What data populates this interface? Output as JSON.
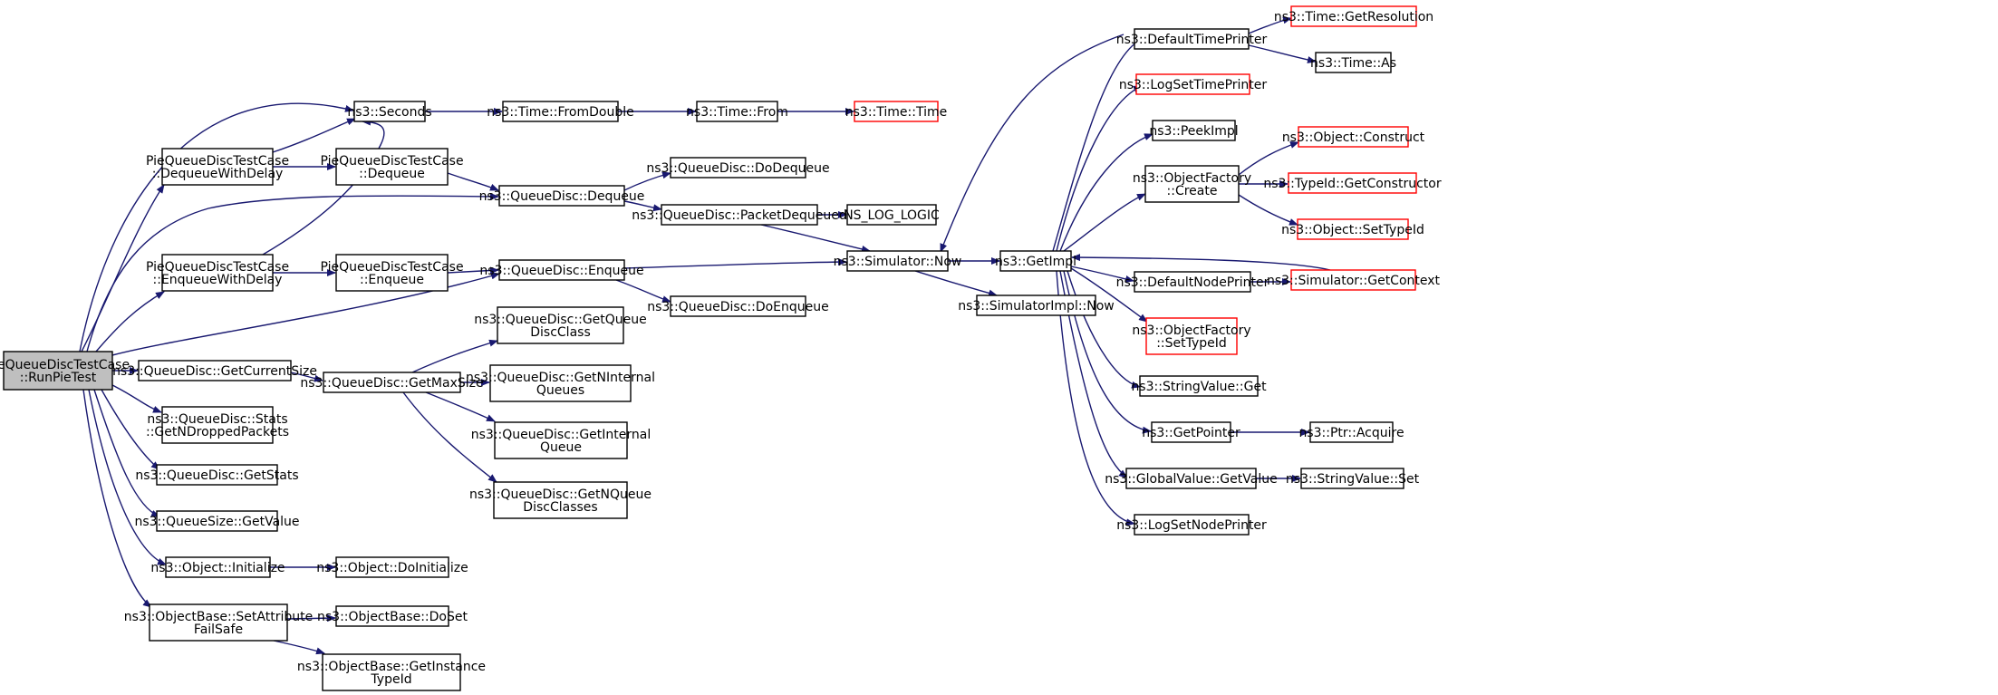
{
  "diagram": {
    "kind": "call-graph",
    "colors": {
      "edge": "#191970",
      "root_fill": "#bfbfbf",
      "node_border": "#000000",
      "external_border": "#ff0000"
    },
    "nodes": [
      {
        "id": "root",
        "lines": [
          "PieQueueDiscTestCase",
          "::RunPieTest"
        ],
        "style": "root"
      },
      {
        "id": "seconds",
        "lines": [
          "ns3::Seconds"
        ]
      },
      {
        "id": "fromdouble",
        "lines": [
          "ns3::Time::FromDouble"
        ]
      },
      {
        "id": "from",
        "lines": [
          "ns3::Time::From"
        ]
      },
      {
        "id": "time",
        "lines": [
          "ns3::Time::Time"
        ],
        "style": "ext"
      },
      {
        "id": "deqdelay",
        "lines": [
          "PieQueueDiscTestCase",
          "::DequeueWithDelay"
        ]
      },
      {
        "id": "pdeq",
        "lines": [
          "PieQueueDiscTestCase",
          "::Dequeue"
        ]
      },
      {
        "id": "qddeq",
        "lines": [
          "ns3::QueueDisc::Dequeue"
        ]
      },
      {
        "id": "dodeq",
        "lines": [
          "ns3::QueueDisc::DoDequeue"
        ]
      },
      {
        "id": "pktdeq",
        "lines": [
          "ns3::QueueDisc::PacketDequeued"
        ]
      },
      {
        "id": "nslog",
        "lines": [
          "NS_LOG_LOGIC"
        ]
      },
      {
        "id": "enqdelay",
        "lines": [
          "PieQueueDiscTestCase",
          "::EnqueueWithDelay"
        ]
      },
      {
        "id": "penq",
        "lines": [
          "PieQueueDiscTestCase",
          "::Enqueue"
        ]
      },
      {
        "id": "qdenq",
        "lines": [
          "ns3::QueueDisc::Enqueue"
        ]
      },
      {
        "id": "doenq",
        "lines": [
          "ns3::QueueDisc::DoEnqueue"
        ]
      },
      {
        "id": "simnow",
        "lines": [
          "ns3::Simulator::Now"
        ]
      },
      {
        "id": "simimplnow",
        "lines": [
          "ns3::SimulatorImpl::Now"
        ]
      },
      {
        "id": "getimpl",
        "lines": [
          "ns3::GetImpl"
        ]
      },
      {
        "id": "deftp",
        "lines": [
          "ns3::DefaultTimePrinter"
        ]
      },
      {
        "id": "getres",
        "lines": [
          "ns3::Time::GetResolution"
        ],
        "style": "ext"
      },
      {
        "id": "timeas",
        "lines": [
          "ns3::Time::As"
        ]
      },
      {
        "id": "logsettp",
        "lines": [
          "ns3::LogSetTimePrinter"
        ],
        "style": "ext"
      },
      {
        "id": "peekimpl",
        "lines": [
          "ns3::PeekImpl"
        ]
      },
      {
        "id": "ofcreate",
        "lines": [
          "ns3::ObjectFactory",
          "::Create"
        ]
      },
      {
        "id": "objconstruct",
        "lines": [
          "ns3::Object::Construct"
        ],
        "style": "ext"
      },
      {
        "id": "getctor",
        "lines": [
          "ns3::TypeId::GetConstructor"
        ],
        "style": "ext"
      },
      {
        "id": "settypeid",
        "lines": [
          "ns3::Object::SetTypeId"
        ],
        "style": "ext"
      },
      {
        "id": "defnp",
        "lines": [
          "ns3::DefaultNodePrinter"
        ]
      },
      {
        "id": "getctx",
        "lines": [
          "ns3::Simulator::GetContext"
        ],
        "style": "ext"
      },
      {
        "id": "ofsettid",
        "lines": [
          "ns3::ObjectFactory",
          "::SetTypeId"
        ],
        "style": "ext"
      },
      {
        "id": "svget",
        "lines": [
          "ns3::StringValue::Get"
        ]
      },
      {
        "id": "getptr",
        "lines": [
          "ns3::GetPointer"
        ]
      },
      {
        "id": "ptracq",
        "lines": [
          "ns3::Ptr::Acquire"
        ]
      },
      {
        "id": "gvget",
        "lines": [
          "ns3::GlobalValue::GetValue"
        ]
      },
      {
        "id": "svset",
        "lines": [
          "ns3::StringValue::Set"
        ]
      },
      {
        "id": "logsetnp",
        "lines": [
          "ns3::LogSetNodePrinter"
        ]
      },
      {
        "id": "curr",
        "lines": [
          "ns3::QueueDisc::GetCurrentSize"
        ]
      },
      {
        "id": "maxsize",
        "lines": [
          "ns3::QueueDisc::GetMaxSize"
        ]
      },
      {
        "id": "gqdc",
        "lines": [
          "ns3::QueueDisc::GetQueue",
          "DiscClass"
        ]
      },
      {
        "id": "gniq",
        "lines": [
          "ns3::QueueDisc::GetNInternal",
          "Queues"
        ]
      },
      {
        "id": "giq",
        "lines": [
          "ns3::QueueDisc::GetInternal",
          "Queue"
        ]
      },
      {
        "id": "gnqdc",
        "lines": [
          "ns3::QueueDisc::GetNQueue",
          "DiscClasses"
        ]
      },
      {
        "id": "stats",
        "lines": [
          "ns3::QueueDisc::Stats",
          "::GetNDroppedPackets"
        ]
      },
      {
        "id": "getstats",
        "lines": [
          "ns3::QueueDisc::GetStats"
        ]
      },
      {
        "id": "qsval",
        "lines": [
          "ns3::QueueSize::GetValue"
        ]
      },
      {
        "id": "objinit",
        "lines": [
          "ns3::Object::Initialize"
        ]
      },
      {
        "id": "doinit",
        "lines": [
          "ns3::Object::DoInitialize"
        ]
      },
      {
        "id": "setattr",
        "lines": [
          "ns3::ObjectBase::SetAttribute",
          "FailSafe"
        ]
      },
      {
        "id": "doset",
        "lines": [
          "ns3::ObjectBase::DoSet"
        ]
      },
      {
        "id": "ginst",
        "lines": [
          "ns3::ObjectBase::GetInstance",
          "TypeId"
        ]
      }
    ],
    "edges": [
      [
        "root",
        "seconds"
      ],
      [
        "root",
        "deqdelay"
      ],
      [
        "root",
        "qddeq"
      ],
      [
        "root",
        "enqdelay"
      ],
      [
        "root",
        "qdenq"
      ],
      [
        "root",
        "curr"
      ],
      [
        "root",
        "stats"
      ],
      [
        "root",
        "getstats"
      ],
      [
        "root",
        "qsval"
      ],
      [
        "root",
        "objinit"
      ],
      [
        "root",
        "setattr"
      ],
      [
        "seconds",
        "fromdouble"
      ],
      [
        "fromdouble",
        "from"
      ],
      [
        "from",
        "time"
      ],
      [
        "deqdelay",
        "seconds"
      ],
      [
        "deqdelay",
        "pdeq"
      ],
      [
        "pdeq",
        "qddeq"
      ],
      [
        "qddeq",
        "dodeq"
      ],
      [
        "qddeq",
        "pktdeq"
      ],
      [
        "pktdeq",
        "nslog"
      ],
      [
        "pktdeq",
        "simnow"
      ],
      [
        "enqdelay",
        "seconds"
      ],
      [
        "enqdelay",
        "penq"
      ],
      [
        "penq",
        "qdenq"
      ],
      [
        "qdenq",
        "simnow"
      ],
      [
        "qdenq",
        "doenq"
      ],
      [
        "simnow",
        "getimpl"
      ],
      [
        "simnow",
        "simimplnow"
      ],
      [
        "simnow",
        "deftp"
      ],
      [
        "getimpl",
        "deftp"
      ],
      [
        "getimpl",
        "logsettp"
      ],
      [
        "getimpl",
        "peekimpl"
      ],
      [
        "getimpl",
        "ofcreate"
      ],
      [
        "getimpl",
        "defnp"
      ],
      [
        "getimpl",
        "ofsettid"
      ],
      [
        "getimpl",
        "svget"
      ],
      [
        "getimpl",
        "getptr"
      ],
      [
        "getimpl",
        "gvget"
      ],
      [
        "getimpl",
        "logsetnp"
      ],
      [
        "deftp",
        "getres"
      ],
      [
        "deftp",
        "timeas"
      ],
      [
        "ofcreate",
        "objconstruct"
      ],
      [
        "ofcreate",
        "getctor"
      ],
      [
        "ofcreate",
        "settypeid"
      ],
      [
        "defnp",
        "getctx"
      ],
      [
        "getctx",
        "getimpl"
      ],
      [
        "getptr",
        "ptracq"
      ],
      [
        "gvget",
        "svset"
      ],
      [
        "curr",
        "maxsize"
      ],
      [
        "maxsize",
        "gqdc"
      ],
      [
        "maxsize",
        "gniq"
      ],
      [
        "maxsize",
        "giq"
      ],
      [
        "maxsize",
        "gnqdc"
      ],
      [
        "objinit",
        "doinit"
      ],
      [
        "setattr",
        "doset"
      ],
      [
        "setattr",
        "ginst"
      ]
    ]
  }
}
